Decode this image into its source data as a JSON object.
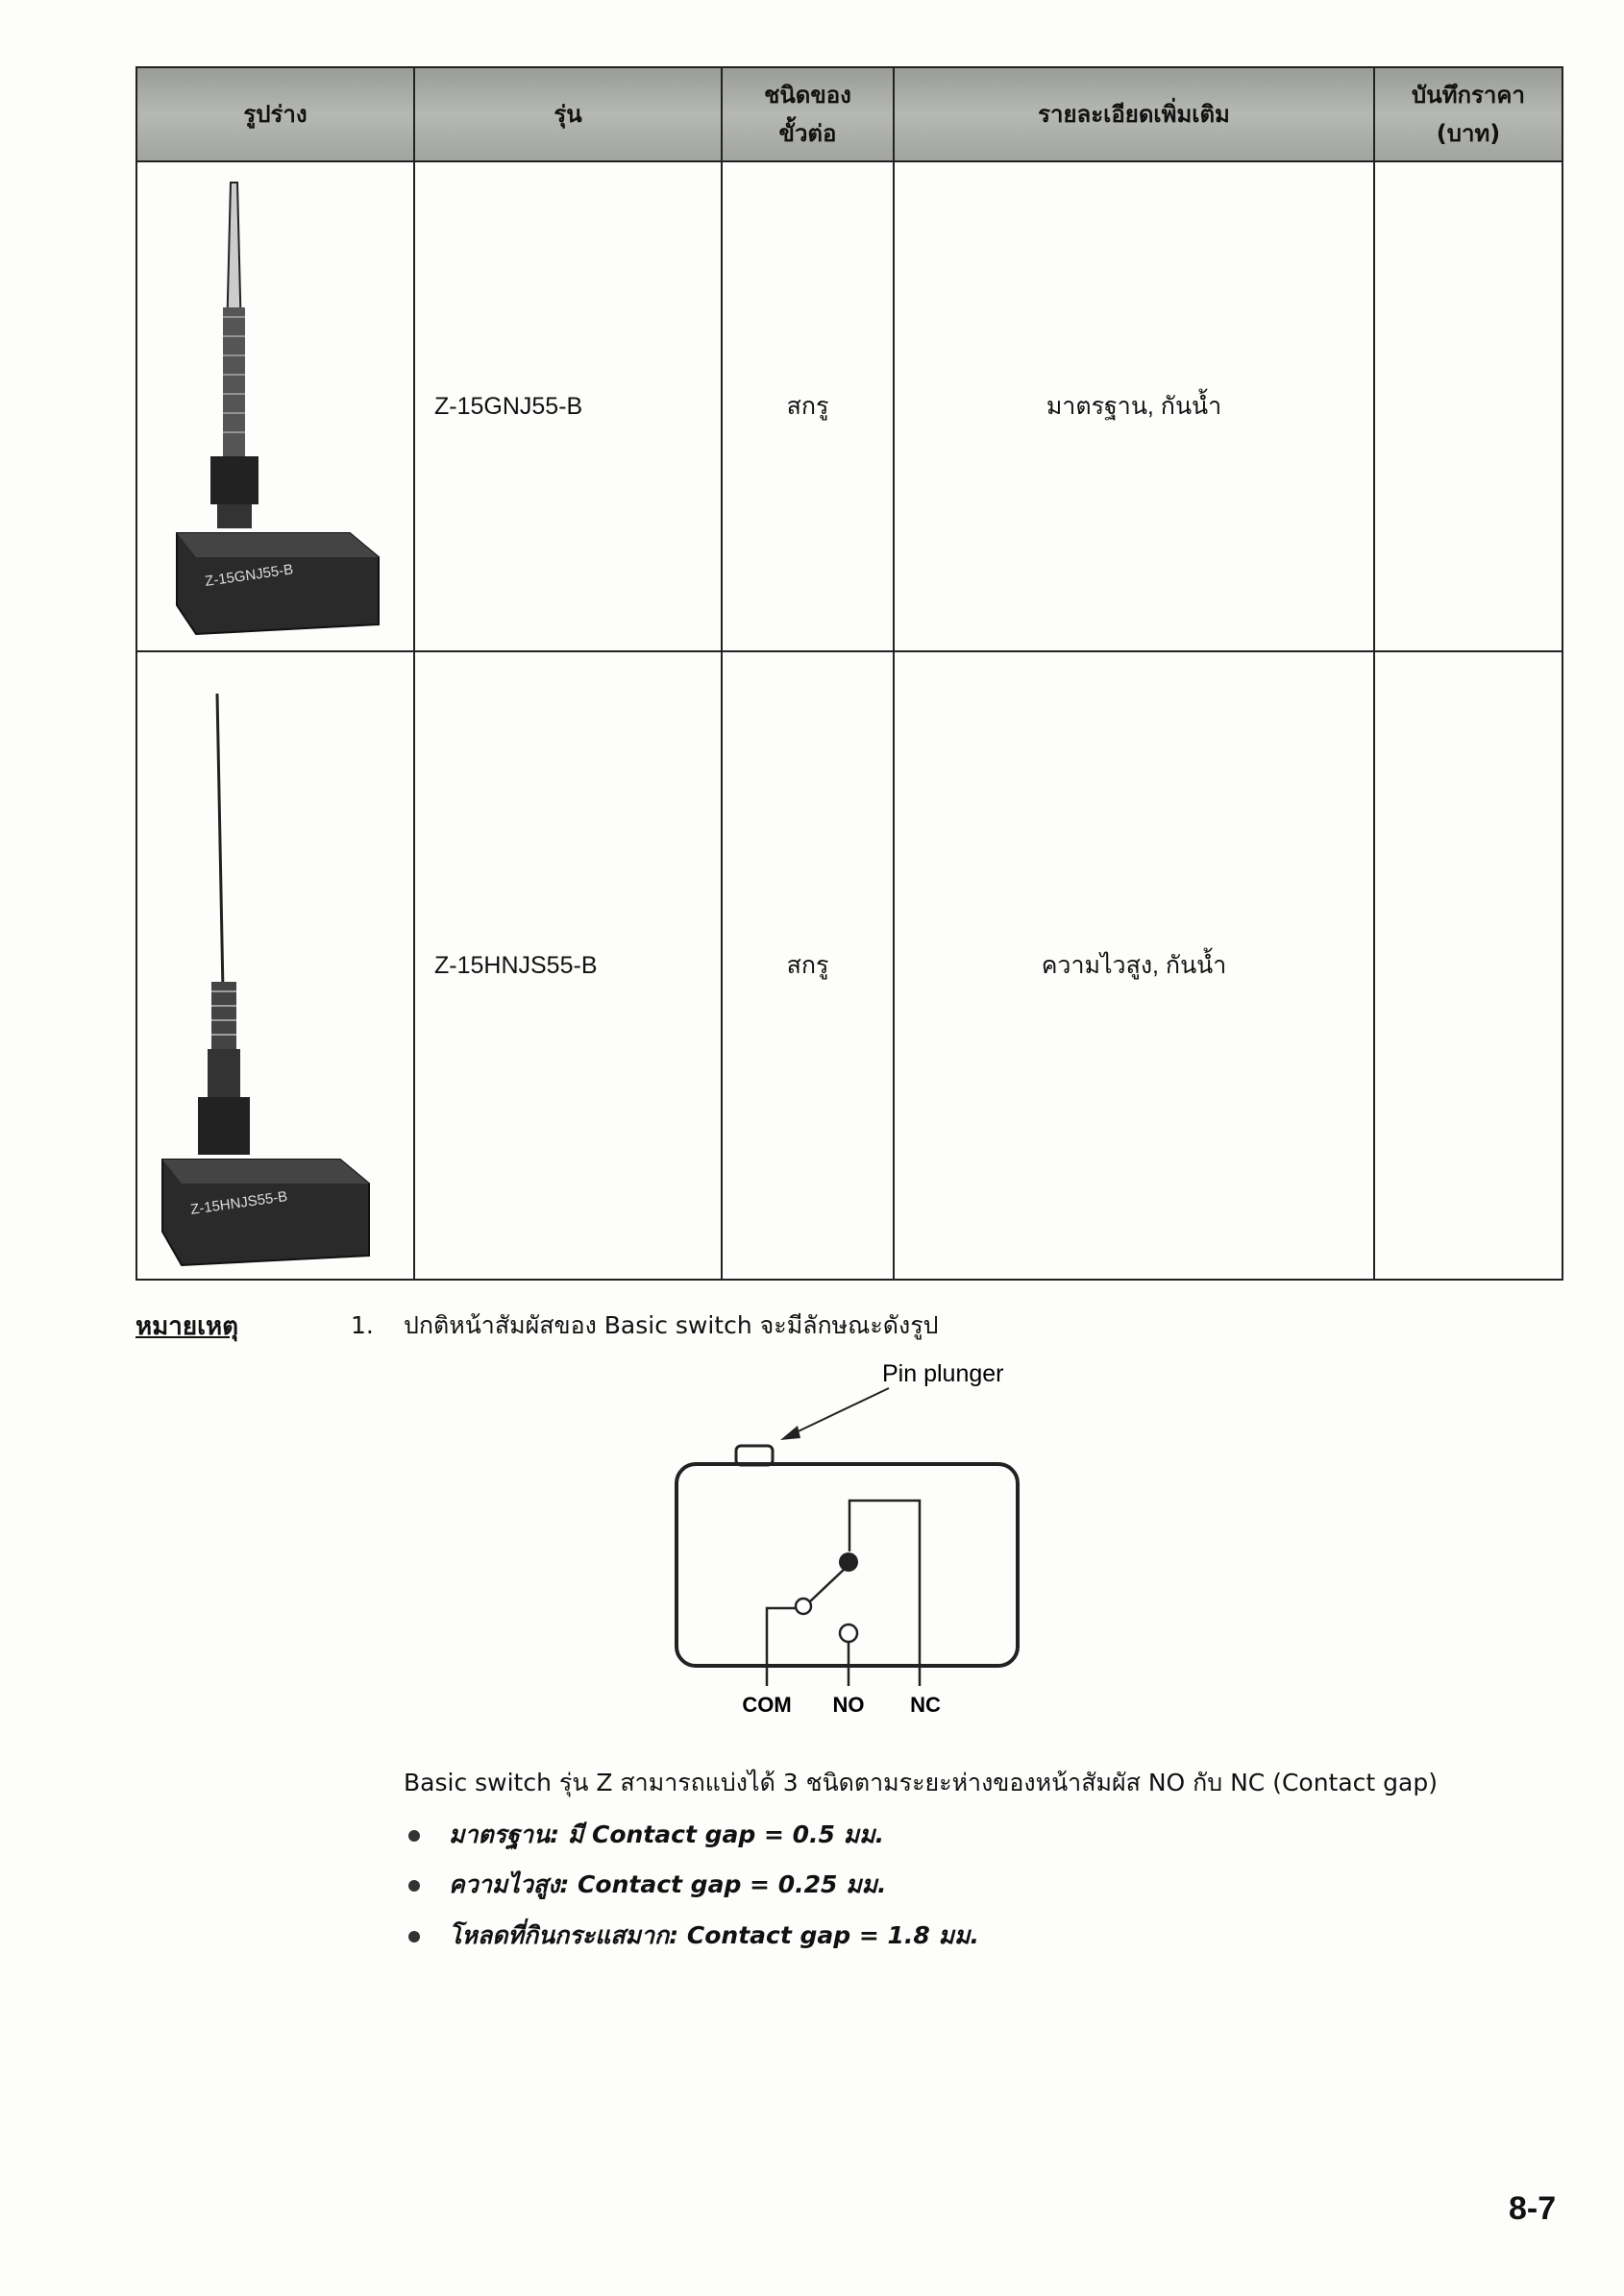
{
  "table": {
    "headers": [
      "รูปร่าง",
      "รุ่น",
      "ชนิดของ ขั้วต่อ",
      "รายละเอียดเพิ่มเติม",
      "บันทึกราคา (บาท)"
    ],
    "header_lines": {
      "terminal": [
        "ชนิดของ",
        "ขั้วต่อ"
      ],
      "price": [
        "บันทึกราคา",
        "(บาท)"
      ]
    },
    "rows": [
      {
        "model": "Z-15GNJ55-B",
        "terminal": "สกรู",
        "details": "มาตรฐาน, กันน้ำ",
        "price": "",
        "image_label": "Z-15GNJ55-B"
      },
      {
        "model": "Z-15HNJS55-B",
        "terminal": "สกรู",
        "details": "ความไวสูง, กันน้ำ",
        "price": "",
        "image_label": "Z-15HNJS55-B"
      }
    ]
  },
  "notes": {
    "label": "หมายเหตุ",
    "number": "1.",
    "text": "ปกติหน้าสัมผัสของ Basic switch จะมีลักษณะดังรูป",
    "diagram": {
      "pin_label": "Pin plunger",
      "terminals": [
        "COM",
        "NO",
        "NC"
      ]
    },
    "description": "Basic switch รุ่น Z สามารถแบ่งได้ 3 ชนิดตามระยะห่างของหน้าสัมผัส NO กับ NC (Contact gap)",
    "bullets": [
      "มาตรฐาน: มี Contact gap = 0.5 มม.",
      "ความไวสูง: Contact gap = 0.25 มม.",
      "โหลดที่กินกระแสมาก: Contact gap = 1.8 มม."
    ]
  },
  "page_number": "8-7"
}
